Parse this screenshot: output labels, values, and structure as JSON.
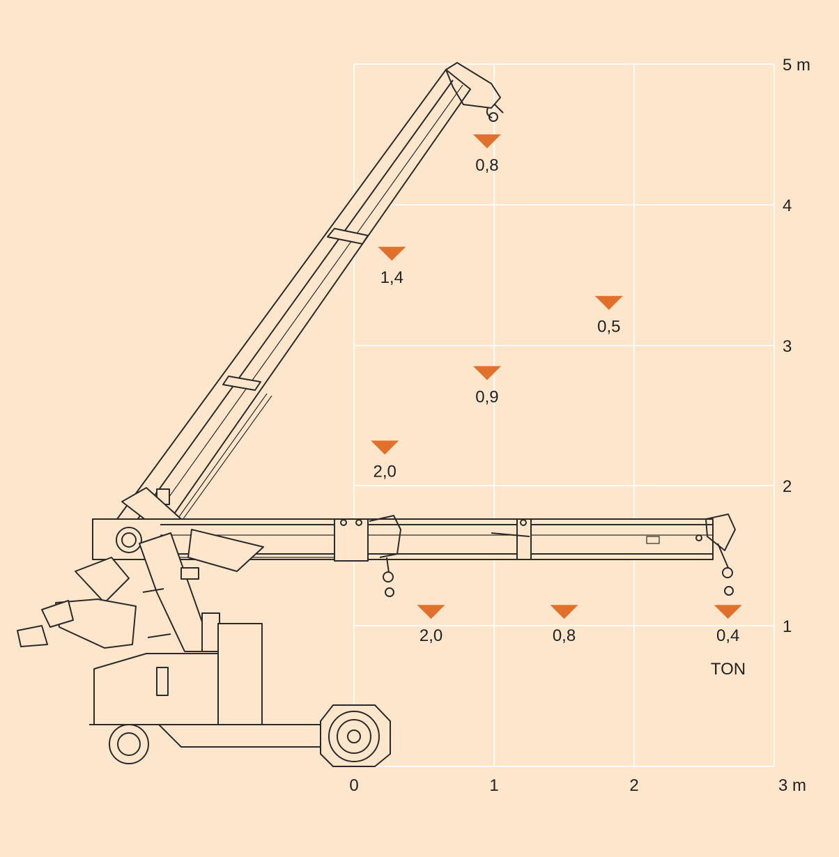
{
  "y_axis": {
    "ticks": [
      {
        "value": 1,
        "label": "1"
      },
      {
        "value": 2,
        "label": "2"
      },
      {
        "value": 3,
        "label": "3"
      },
      {
        "value": 4,
        "label": "4"
      },
      {
        "value": 5,
        "label": "5 m"
      }
    ]
  },
  "x_axis": {
    "ticks": [
      {
        "value": 0,
        "label": "0"
      },
      {
        "value": 1,
        "label": "1"
      },
      {
        "value": 2,
        "label": "2"
      },
      {
        "value": 3,
        "label": "3 m"
      }
    ]
  },
  "load_points": [
    {
      "x": 0.95,
      "y": 4.45,
      "label": "0,8"
    },
    {
      "x": 0.27,
      "y": 3.65,
      "label": "1,4"
    },
    {
      "x": 1.82,
      "y": 3.3,
      "label": "0,5"
    },
    {
      "x": 0.95,
      "y": 2.8,
      "label": "0,9"
    },
    {
      "x": 0.22,
      "y": 2.27,
      "label": "2,0"
    },
    {
      "x": 0.55,
      "y": 1.1,
      "label": "2,0"
    },
    {
      "x": 1.5,
      "y": 1.1,
      "label": "0,8"
    },
    {
      "x": 2.67,
      "y": 1.1,
      "label": "0,4"
    }
  ],
  "unit_label": "TON",
  "colors": {
    "background": "#fde6cc",
    "grid": "#ffffff",
    "marker": "#e2702d",
    "line_art": "#2a2a2a"
  }
}
